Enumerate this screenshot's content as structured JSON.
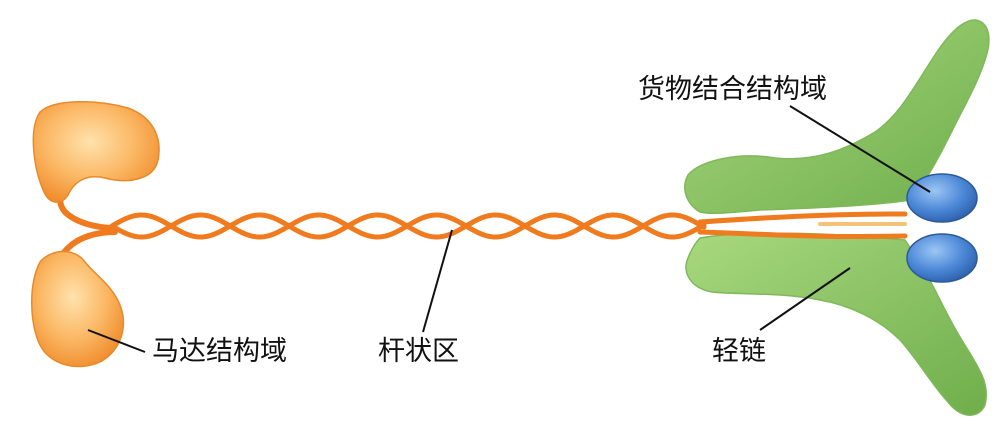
{
  "labels": {
    "cargo_domain": "货物结合结构域",
    "motor_domain": "马达结构域",
    "stalk": "杆状区",
    "light_chain": "轻链"
  },
  "colors": {
    "background": "#ffffff",
    "motor": "#f7a44a",
    "motor_highlight": "#ffd89c",
    "stalk": "#f07a1e",
    "light_chain": "#8fc868",
    "light_chain_dark": "#5f9c3f",
    "cargo_domain": "#3f7fcf",
    "leader_line": "#111111"
  }
}
